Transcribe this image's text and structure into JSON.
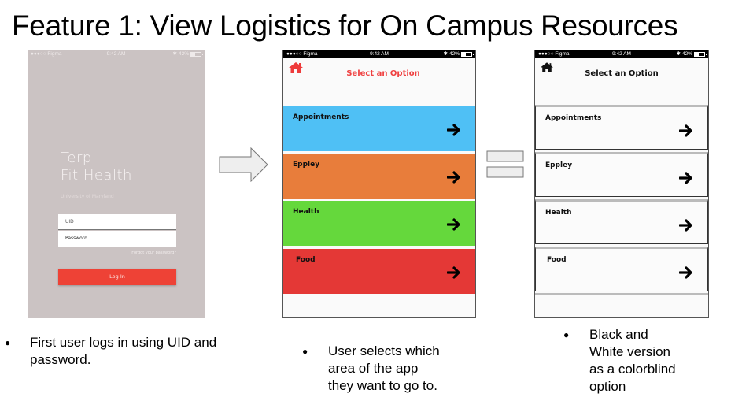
{
  "slide": {
    "title": "Feature 1: View Logistics for On Campus Resources"
  },
  "status_bar": {
    "carrier": "●●●○○ Figma",
    "wifi_icon": "wifi-icon",
    "time": "9:42 AM",
    "bluetooth": "✱",
    "battery_percent": "42%",
    "battery_level": 0.42
  },
  "login_screen": {
    "app_name_line1": "Terp",
    "app_name_line2": "Fit Health",
    "subtitle": "University of Maryland",
    "uid_placeholder": "UID",
    "password_placeholder": "Password",
    "forgot_link": "Forgot your password?",
    "login_button": "Log In",
    "colors": {
      "background": "#cbc3c3",
      "button": "#ee4236"
    }
  },
  "flow_arrow_icon": "right-arrow-icon",
  "equivalence_icon": "equals-icon",
  "color_screen": {
    "title": "Select an Option",
    "home_icon": "home-icon",
    "title_color": "#ef4040",
    "options": [
      {
        "label": "Appointments",
        "color": "#4fc0f5"
      },
      {
        "label": "Eppley",
        "color": "#e87d3b"
      },
      {
        "label": "Health",
        "color": "#65d83c"
      },
      {
        "label": "Food",
        "color": "#e43836"
      }
    ]
  },
  "bw_screen": {
    "title": "Select an Option",
    "home_icon": "home-icon",
    "options": [
      {
        "label": "Appointments"
      },
      {
        "label": "Eppley"
      },
      {
        "label": "Health"
      },
      {
        "label": "Food"
      }
    ]
  },
  "captions": [
    {
      "bullet": "●",
      "text": "First user logs in using UID and password."
    },
    {
      "bullet": "●",
      "text": "User selects which area of the app they want to go to."
    },
    {
      "bullet": "●",
      "text": "Black and White version as a colorblind option"
    }
  ]
}
